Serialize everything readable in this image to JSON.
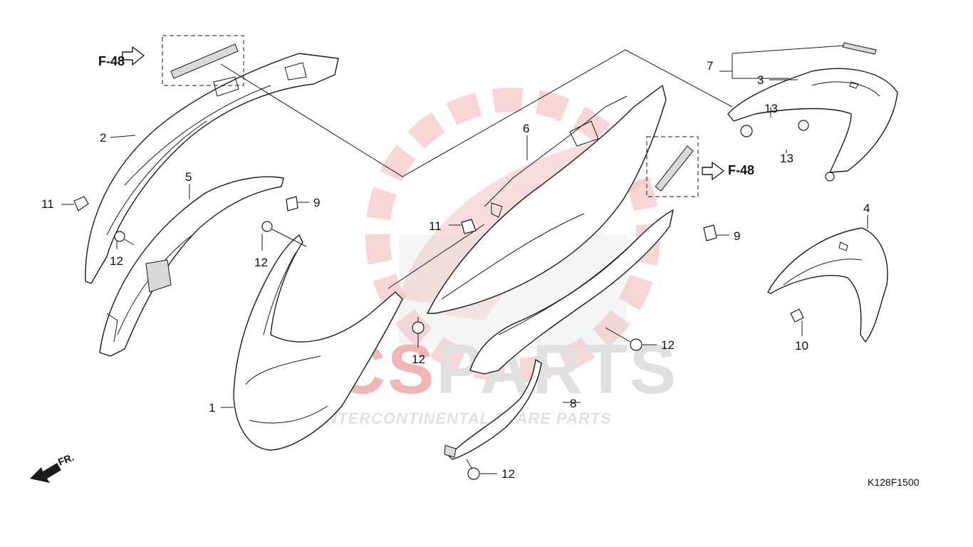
{
  "diagram": {
    "code": "K128F1500",
    "front_marker": "FR.",
    "references": [
      "F-48",
      "F-48"
    ],
    "callouts": [
      "1",
      "2",
      "3",
      "4",
      "5",
      "6",
      "7",
      "8",
      "9",
      "9",
      "10",
      "11",
      "11",
      "12",
      "12",
      "12",
      "12",
      "12",
      "13",
      "13"
    ]
  },
  "watermark": {
    "brand": "ICSPARTS",
    "brand_segments": [
      "ICS",
      "PARTS"
    ],
    "tagline": "INTERCONTINENTAL SPARE PARTS",
    "colors": {
      "red": "#e87878",
      "gray": "#c8c8c8"
    }
  },
  "colors": {
    "line": "#1a1a1a",
    "background": "#ffffff"
  }
}
